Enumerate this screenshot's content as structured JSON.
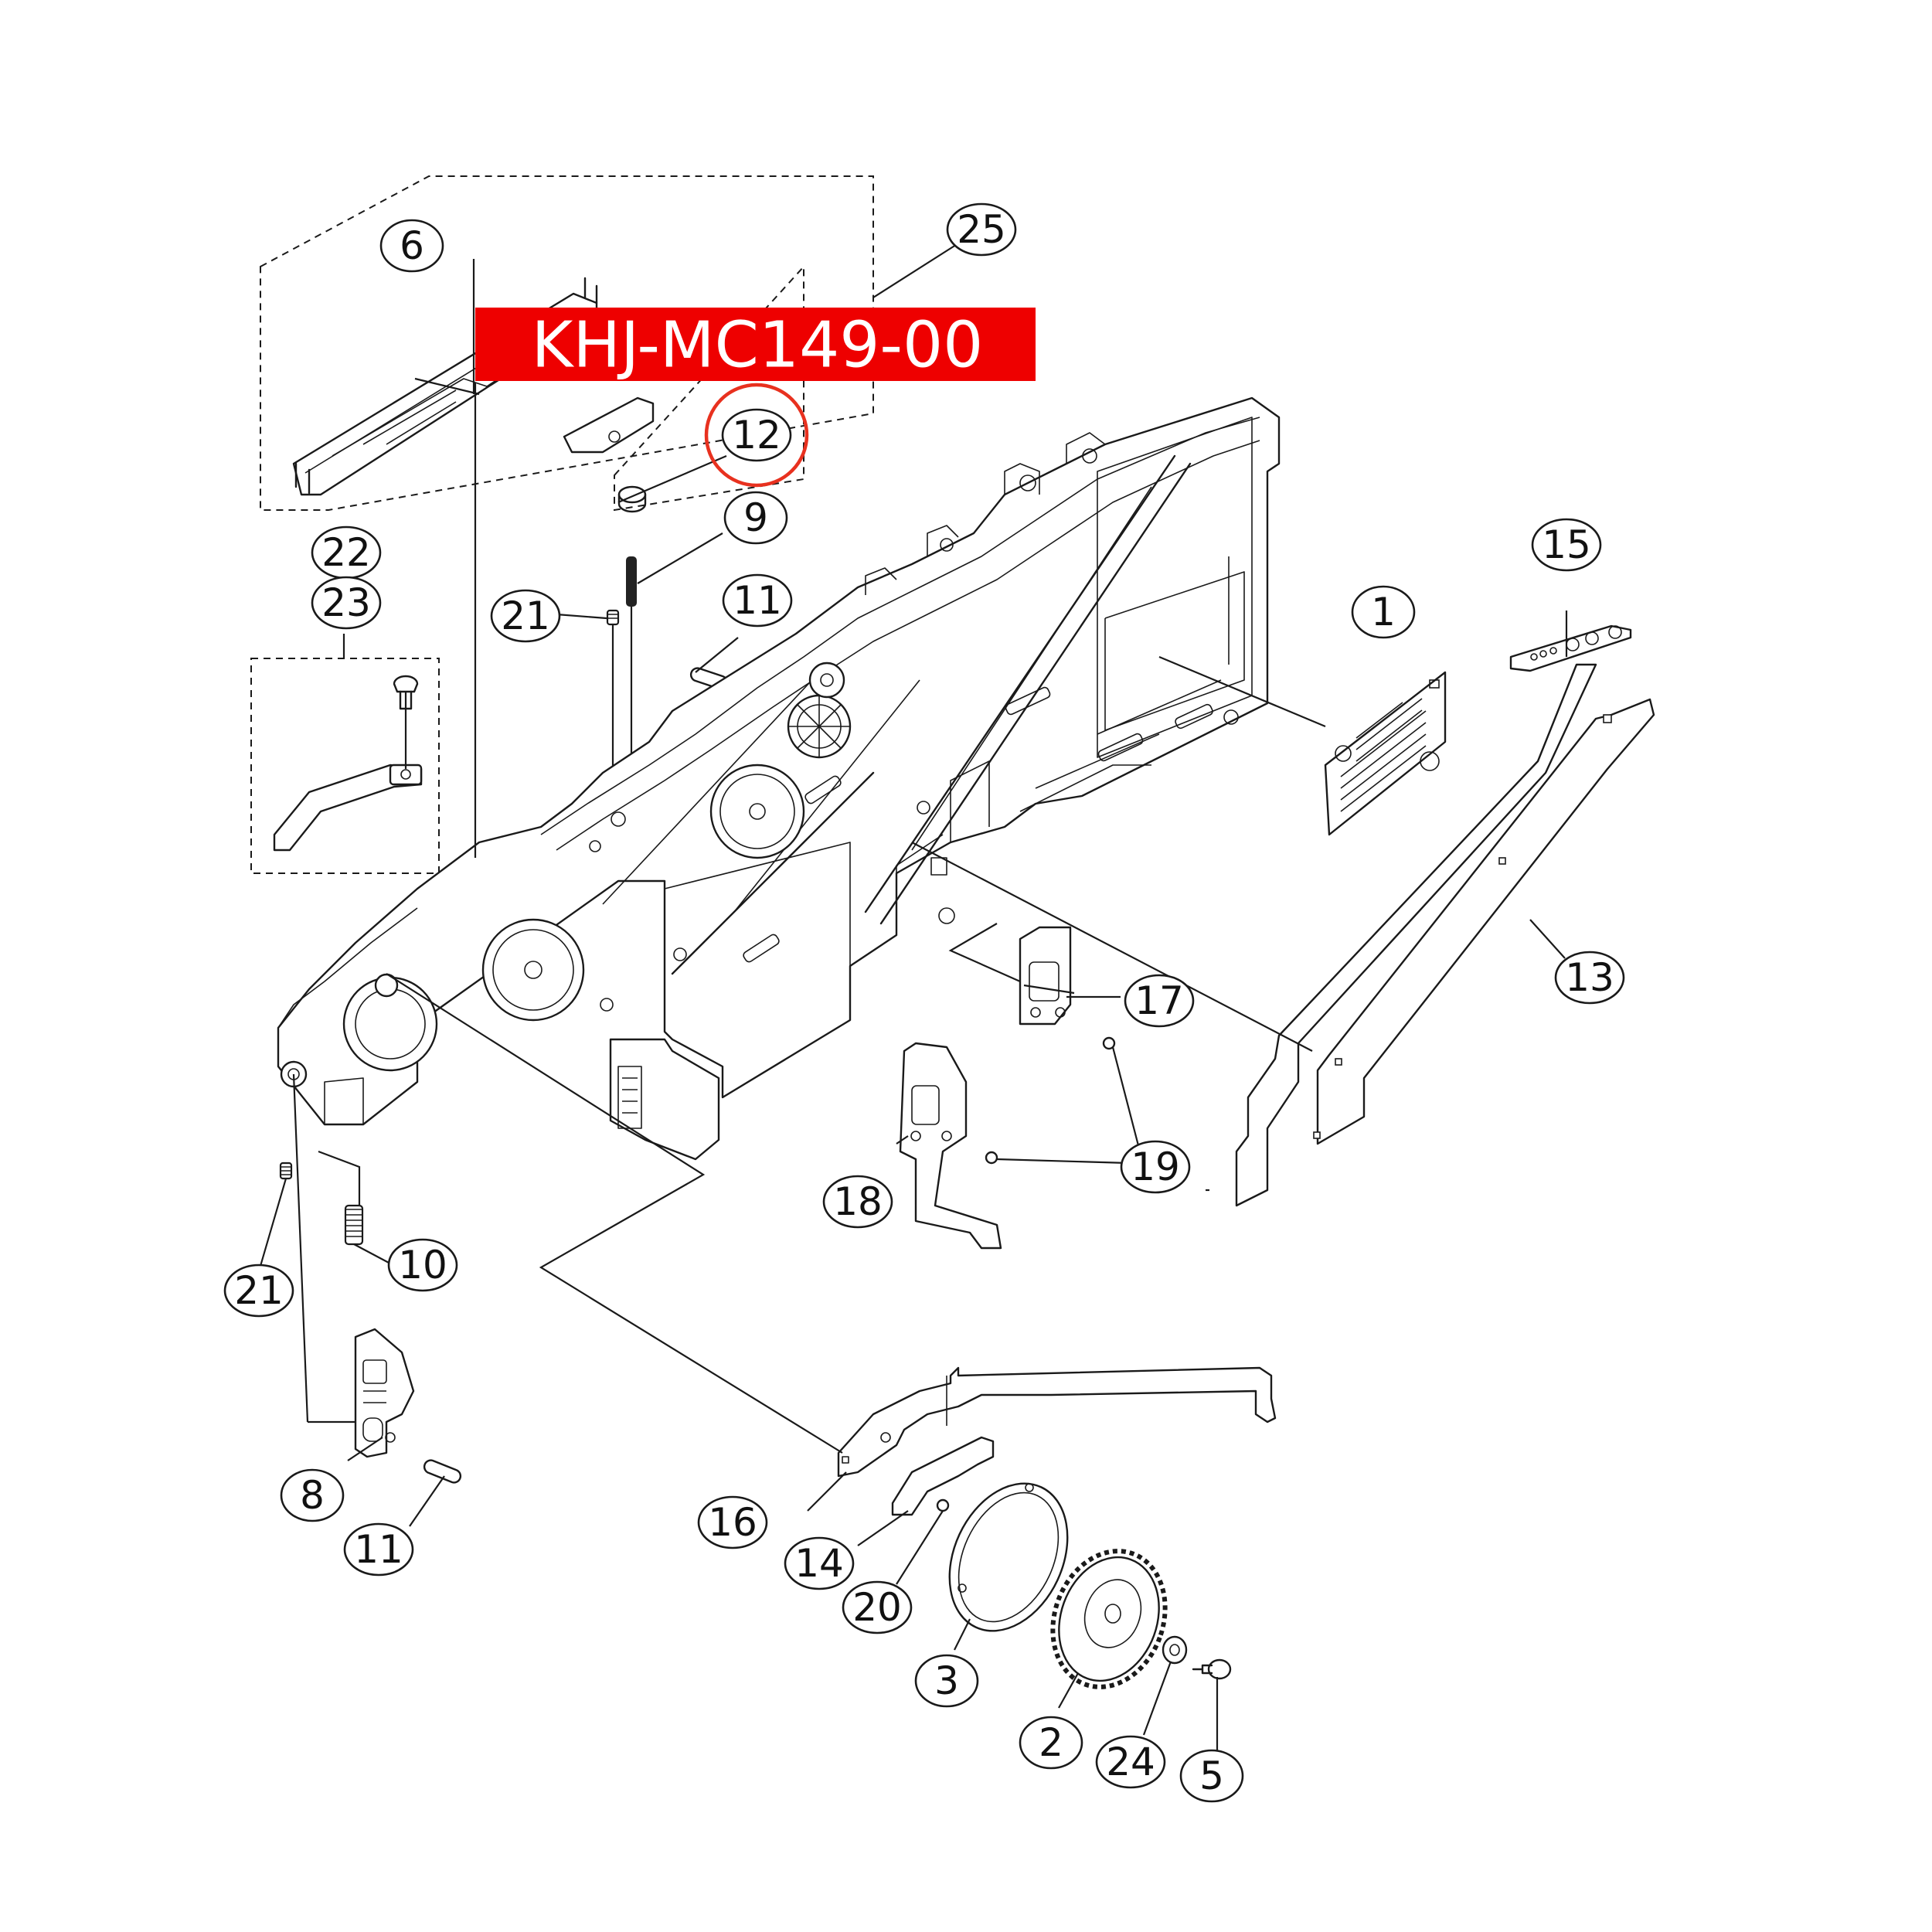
{
  "banner": {
    "part_number": "KHJ-MC149-00",
    "color": "#ee0000"
  },
  "highlight_color": "#e8311f",
  "callouts": {
    "c1": "1",
    "c2": "2",
    "c3": "3",
    "c5": "5",
    "c6": "6",
    "c8": "8",
    "c9": "9",
    "c10": "10",
    "c11a": "11",
    "c11b": "11",
    "c12": "12",
    "c13": "13",
    "c14": "14",
    "c15": "15",
    "c16": "16",
    "c17": "17",
    "c18": "18",
    "c19": "19",
    "c20": "20",
    "c21a": "21",
    "c21b": "21",
    "c22": "22",
    "c23": "23",
    "c24": "24",
    "c25": "25"
  },
  "highlighted_callout": "12"
}
